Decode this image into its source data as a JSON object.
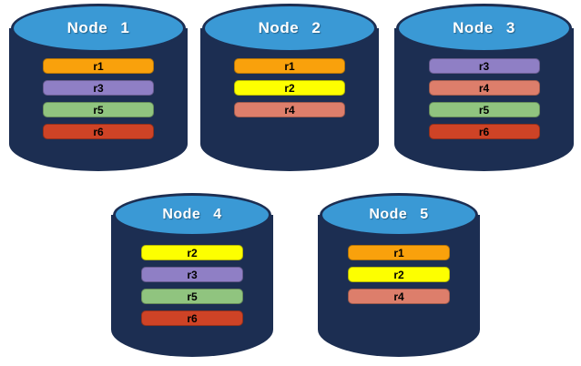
{
  "diagram": {
    "background": "#ffffff",
    "cylinder_body_color": "#1C2E52",
    "cylinder_top_color": "#3A99D5",
    "title_text_color": "#ffffff",
    "bar_text_color": "#000000"
  },
  "replica_colors": {
    "r1": "#F9A10C",
    "r2": "#FDFF00",
    "r3": "#8F7FC5",
    "r4": "#DD7E6B",
    "r5": "#90C47F",
    "r6": "#CE4326"
  },
  "nodes": [
    {
      "title": "Node 1",
      "replicas": [
        "r1",
        "r3",
        "r5",
        "r6"
      ]
    },
    {
      "title": "Node 2",
      "replicas": [
        "r1",
        "r2",
        "r4"
      ]
    },
    {
      "title": "Node 3",
      "replicas": [
        "r3",
        "r4",
        "r5",
        "r6"
      ]
    },
    {
      "title": "Node 4",
      "replicas": [
        "r2",
        "r3",
        "r5",
        "r6"
      ]
    },
    {
      "title": "Node 5",
      "replicas": [
        "r1",
        "r2",
        "r4"
      ]
    }
  ]
}
